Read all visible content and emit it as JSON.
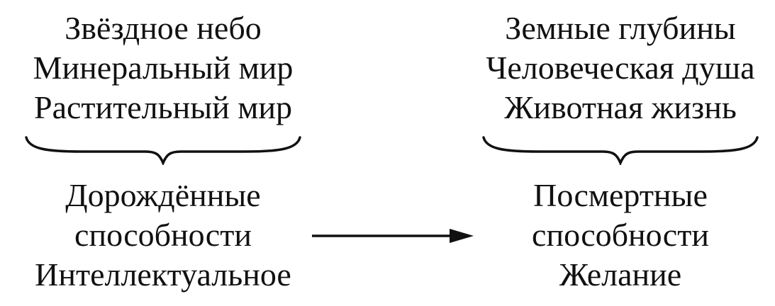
{
  "left": {
    "top_lines": [
      "Звёздное небо",
      "Минеральный мир",
      "Растительный мир"
    ],
    "bottom_lines": [
      "Дорождённые",
      "способности",
      "Интеллектуальное"
    ]
  },
  "right": {
    "top_lines": [
      "Земные глубины",
      "Человеческая душа",
      "Животная жизнь"
    ],
    "bottom_lines": [
      "Посмертные",
      "способности",
      "Желание"
    ]
  },
  "colors": {
    "ink": "#111111",
    "background": "#ffffff"
  }
}
